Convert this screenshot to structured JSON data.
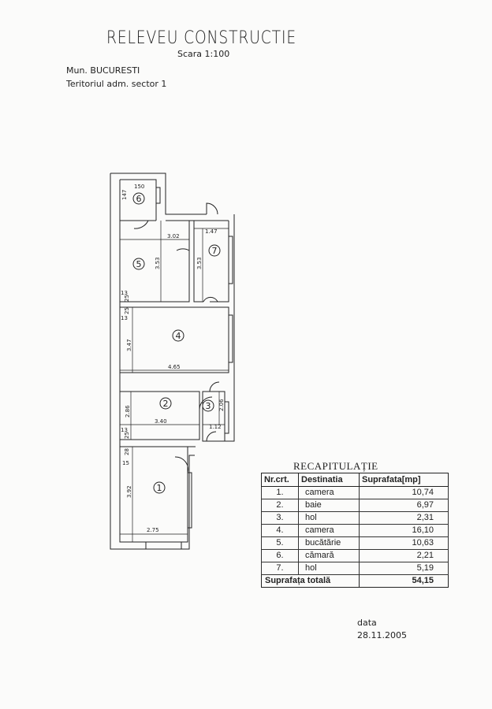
{
  "header": {
    "title": "RELEVEU CONSTRUCTIE",
    "scale": "Scara 1:100",
    "municipality": "Mun. BUCURESTI",
    "territory": "Teritoriul adm. sector 1"
  },
  "plan": {
    "rooms": [
      {
        "num": "1"
      },
      {
        "num": "2"
      },
      {
        "num": "3"
      },
      {
        "num": "4"
      },
      {
        "num": "5"
      },
      {
        "num": "6"
      },
      {
        "num": "7"
      }
    ],
    "dims": {
      "r6_w": "150",
      "r6_h": "147",
      "r5_w": "3.02",
      "r5_h": "3.53",
      "r7_w": "1.47",
      "r7_h": "3.53",
      "r4_w": "4.65",
      "r4_h": "3.47",
      "r2_w": "3.40",
      "r2_h": "2.86",
      "r3_w": "1.12",
      "r3_h": "2.06",
      "r1_w": "2.75",
      "r1_h": "3.92",
      "w13a": "13",
      "w25a": "25",
      "w25b": "25",
      "w13b": "13",
      "w13c": "13",
      "w25c": "25",
      "w28": "28",
      "w15": "15"
    }
  },
  "recap": {
    "title": "RECAPITULAȚIE",
    "headers": [
      "Nr.crt.",
      "Destinatia",
      "Suprafata[mp]"
    ],
    "rows": [
      [
        "1.",
        "camera",
        "10,74"
      ],
      [
        "2.",
        "baie",
        "6,97"
      ],
      [
        "3.",
        "hol",
        "2,31"
      ],
      [
        "4.",
        "camera",
        "16,10"
      ],
      [
        "5.",
        "bucătărie",
        "10,63"
      ],
      [
        "6.",
        "cămară",
        "2,21"
      ],
      [
        "7.",
        "hol",
        "5,19"
      ]
    ],
    "total_label": "Suprafața totală",
    "total_value": "54,15"
  },
  "footer": {
    "date_label": "data",
    "date": "28.11.2005"
  }
}
